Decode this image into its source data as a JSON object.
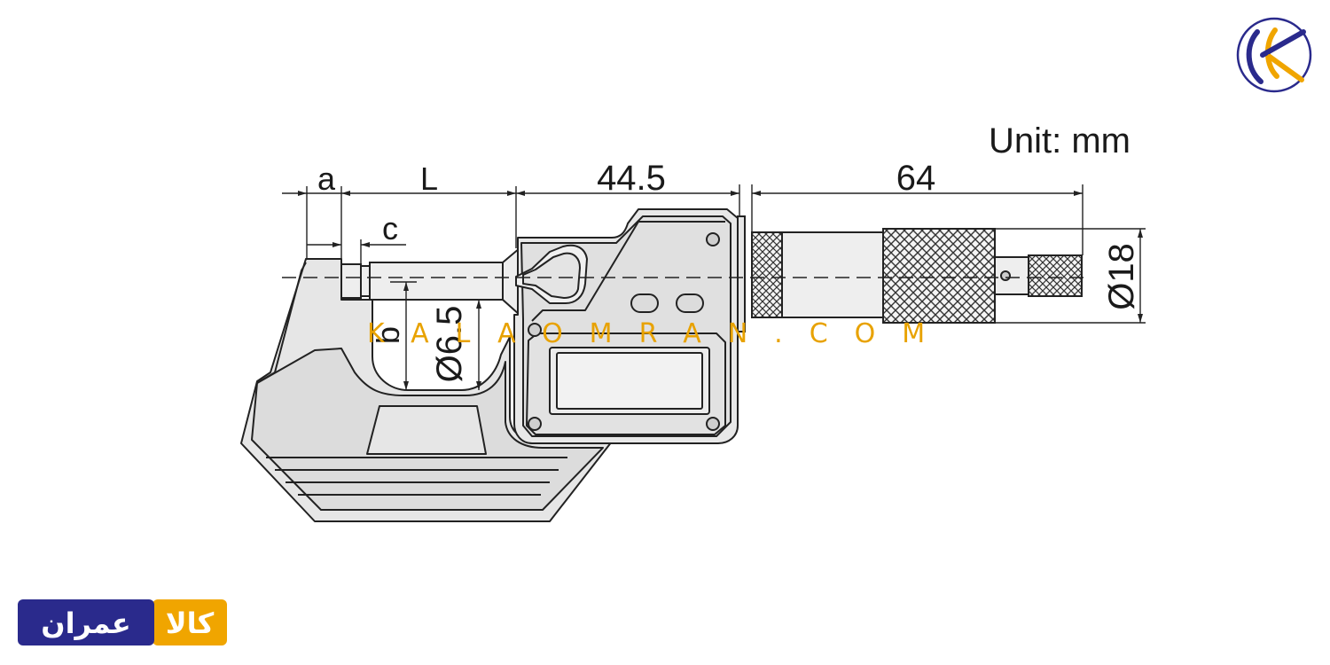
{
  "unit_label": "Unit: mm",
  "dimensions": {
    "a": "a",
    "L": "L",
    "c": "c",
    "b": "b",
    "frame_depth": "Ø6.5",
    "body_length": "44.5",
    "thimble_length": "64",
    "thimble_diameter": "Ø18"
  },
  "watermark": "KALAOMRAN.COM",
  "brand": {
    "logo_text_fa": "کالاعمران",
    "kala_part": "کالا",
    "omran_part": "عمران",
    "kala_color": "#f0a500",
    "omran_color": "#2a2a8c",
    "emblem_blue": "#2a2a8c",
    "emblem_gold": "#f0a500"
  },
  "drawing": {
    "line_color": "#222222",
    "fill_color": "#e6e6e6"
  }
}
